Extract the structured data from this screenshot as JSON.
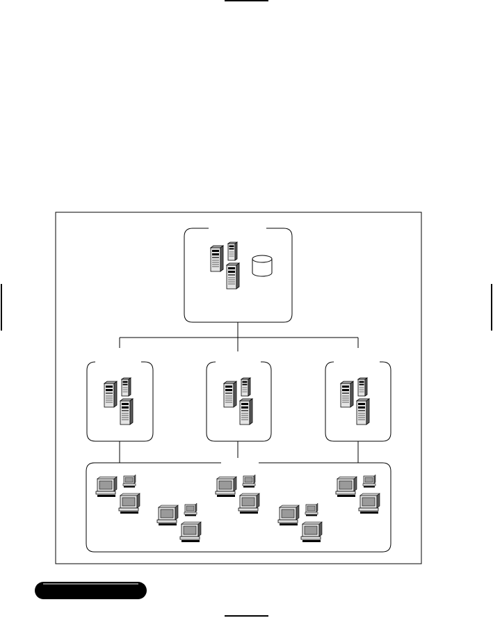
{
  "colors": {
    "line": "#000000",
    "background": "#ffffff",
    "device_light": "#e4e4e4",
    "device_mid": "#a8a8a8",
    "device_dark": "#5a5a5a",
    "screen": "#9a9a9a"
  },
  "diagram": {
    "nodes": [
      {
        "id": "central-servers",
        "icons": [
          "server-icon",
          "server-icon",
          "server-icon",
          "database-icon"
        ]
      },
      {
        "id": "server-group-left",
        "icons": [
          "server-icon",
          "server-icon",
          "server-icon"
        ]
      },
      {
        "id": "server-group-center",
        "icons": [
          "server-icon",
          "server-icon",
          "server-icon"
        ]
      },
      {
        "id": "server-group-right",
        "icons": [
          "server-icon",
          "server-icon",
          "server-icon"
        ]
      },
      {
        "id": "client-network",
        "icons": [
          "workstation-icon"
        ]
      }
    ],
    "edges": [
      {
        "from": "central-servers",
        "to": "server-group-left"
      },
      {
        "from": "central-servers",
        "to": "server-group-center"
      },
      {
        "from": "central-servers",
        "to": "server-group-right"
      },
      {
        "from": "server-group-left",
        "to": "client-network"
      },
      {
        "from": "server-group-center",
        "to": "client-network"
      },
      {
        "from": "server-group-right",
        "to": "client-network"
      }
    ]
  }
}
